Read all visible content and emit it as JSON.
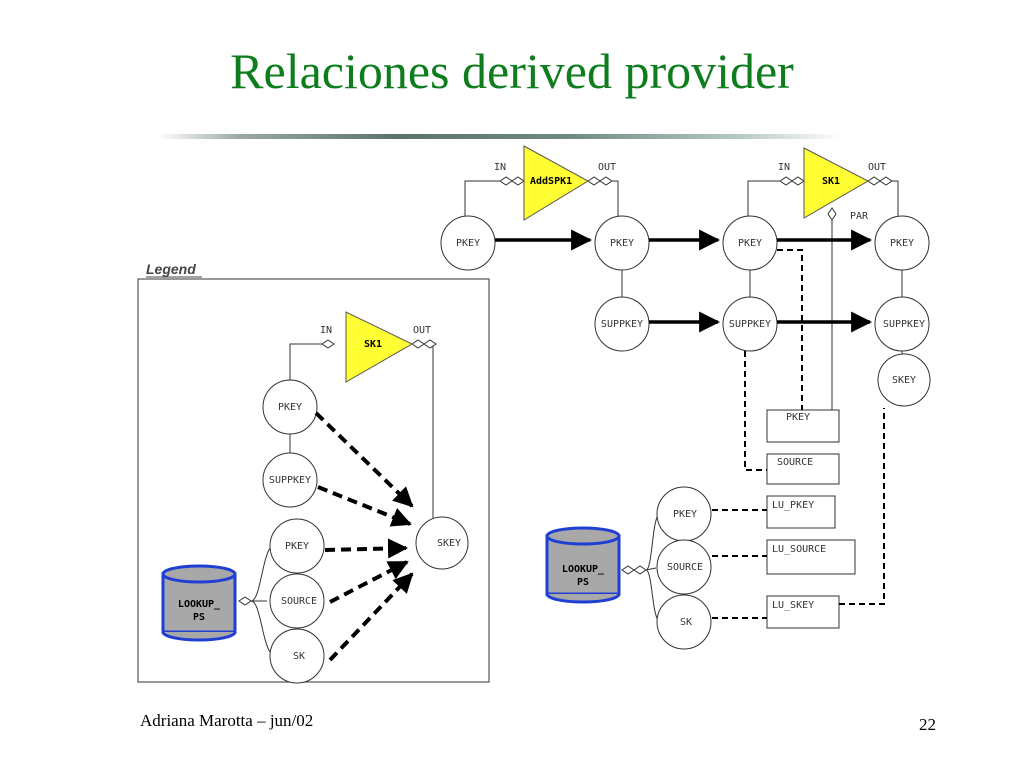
{
  "slide": {
    "title": "Relaciones derived provider",
    "footer_left": "Adriana Marotta – jun/02",
    "page_number": "22"
  },
  "colors": {
    "title": "#0e7d1e",
    "triangle_fill": "#ffff33",
    "cylinder_fill": "#a8a8a8",
    "cylinder_stroke": "#1f3fd4"
  },
  "legend": {
    "title": "Legend",
    "component": {
      "name": "SK1",
      "in_label": "IN",
      "out_label": "OUT"
    },
    "attrs": [
      "PKEY",
      "SUPPKEY",
      "SKEY"
    ],
    "lookup": {
      "label_line1": "LOOKUP_",
      "label_line2": "PS",
      "attrs": [
        "PKEY",
        "SOURCE",
        "SK"
      ]
    }
  },
  "main": {
    "component1": {
      "name": "AddSPK1",
      "in_label": "IN",
      "out_label": "OUT"
    },
    "component2": {
      "name": "SK1",
      "in_label": "IN",
      "out_label": "OUT",
      "par_label": "PAR"
    },
    "input_attrs": [
      "PKEY"
    ],
    "mid_attrs": [
      "PKEY",
      "SUPPKEY"
    ],
    "sk_in_attrs": [
      "PKEY",
      "SUPPKEY"
    ],
    "output_attrs": [
      "PKEY",
      "SUPPKEY",
      "SKEY"
    ],
    "par_boxes": [
      "PKEY",
      "SOURCE",
      "LU_PKEY",
      "LU_SOURCE",
      "LU_SKEY"
    ],
    "lookup": {
      "label_line1": "LOOKUP_",
      "label_line2": "PS",
      "attrs": [
        "PKEY",
        "SOURCE",
        "SK"
      ]
    }
  }
}
